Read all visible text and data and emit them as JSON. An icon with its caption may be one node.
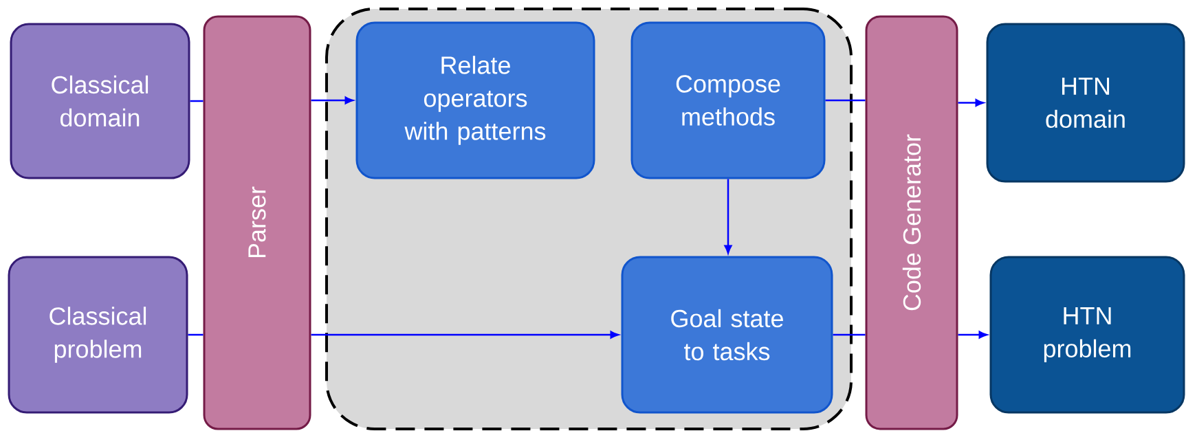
{
  "diagram": {
    "nodes": [
      {
        "text": [
          "Classical domain"
        ]
      },
      {
        "text": [
          "Classical problem"
        ]
      },
      {
        "text": [
          "Parser"
        ]
      },
      {
        "text": [],
        "shape": "box"
      },
      {
        "text": [
          "Relate operators with patterns"
        ],
        "in": 3
      },
      {
        "text": [
          "Compose methods"
        ],
        "in": 3
      },
      {
        "text": [
          "Goal state to tasks"
        ],
        "in": 3
      },
      {
        "text": [
          "Code Generator"
        ]
      },
      {
        "text": [
          "HTN domain"
        ]
      },
      {
        "text": [
          "HTN problem"
        ]
      }
    ],
    "edges": [
      {
        "from": 0,
        "to": 2,
        "arrow": "none"
      },
      {
        "from": 2,
        "to": 4,
        "arrow": "to"
      },
      {
        "from": 1,
        "to": 2,
        "arrow": "none"
      },
      {
        "from": 2,
        "to": 6,
        "arrow": "to"
      },
      {
        "from": 5,
        "to": 6,
        "arrow": "to"
      },
      {
        "from": 5,
        "to": 7,
        "arrow": "none"
      },
      {
        "from": 7,
        "to": 8,
        "arrow": "to"
      },
      {
        "from": 6,
        "to": 7,
        "arrow": "none"
      },
      {
        "from": 7,
        "to": 9,
        "arrow": "to"
      }
    ]
  }
}
